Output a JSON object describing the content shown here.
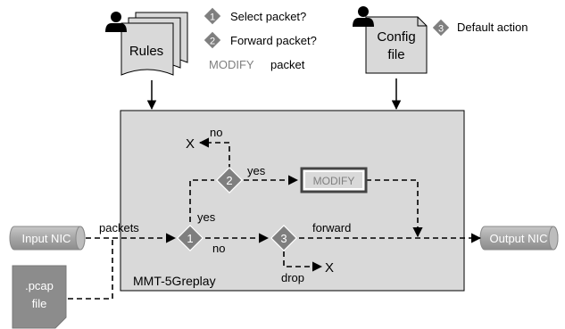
{
  "legend": {
    "step1": {
      "num": "1",
      "label": "Select packet?"
    },
    "step2": {
      "num": "2",
      "label": "Forward packet?"
    },
    "step3": {
      "num": "3",
      "label": "Default action"
    },
    "modify_word": "MODIFY",
    "modify_suffix": "packet"
  },
  "rules_doc": {
    "label": "Rules"
  },
  "config_doc": {
    "line1": "Config",
    "line2": "file"
  },
  "engine": {
    "name": "MMT-5Greplay"
  },
  "inputs": {
    "nic": "Input NIC",
    "pcap_line1": ".pcap",
    "pcap_line2": "file"
  },
  "output": {
    "nic": "Output NIC"
  },
  "flow": {
    "packets": "packets",
    "d1": "1",
    "d2": "2",
    "d3": "3",
    "yes_top": "yes",
    "yes_bottom": "yes",
    "no_top": "no",
    "no_bottom": "no",
    "x_top": "X",
    "x_drop": "X",
    "forward": "forward",
    "drop": "drop",
    "modify_box": "MODIFY"
  },
  "colors": {
    "engine_fill": "#d9d9d9",
    "diamond": "#7f7f7f",
    "document": "#d9d9d9",
    "nic": "#a6a6a6"
  }
}
